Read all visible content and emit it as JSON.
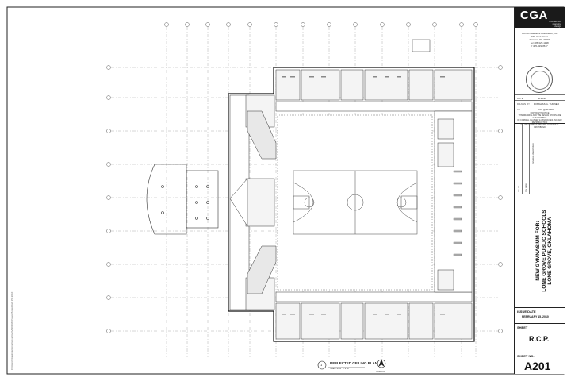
{
  "title_block": {
    "logo": "CGA",
    "logo_subtitle": [
      "architecture",
      "planning",
      "design"
    ],
    "firm_lines": [
      "Cornell Glasser & Associates, Inc.",
      "979 Hard Street",
      "Norman, OK 73069",
      "tel 405-329-1138",
      "f 405-329-3547"
    ],
    "date_label": "DATE",
    "date_value": "2/15/10",
    "drawn_label": "DRAWN BY",
    "drawn_value": "DOUGLAS G. TURNER",
    "ck_label": "CK",
    "ck_value": "CK. @004009",
    "copyright_lines": [
      "COPYRIGHT NOTICE",
      "THIS DRAWING AND THE DESIGN SHOWN ARE THE PROPERTY",
      "OF CORNELL GLASSER & ASSOCIATES, INC. ANY REPRODUCTION",
      "OR USE WITHOUT WRITTEN CONSENT IS PROHIBITED"
    ],
    "revision_columns": [
      "rev no",
      "rev date",
      "revision description"
    ],
    "project_lines": [
      "NEW GYMNASIUM FOR:",
      "LONE GROVE PUBLIC SCHOOLS",
      "LONE GROVE, OKLAHOMA"
    ],
    "issue_date_label": "ISSUE DATE",
    "issue_date_value": "FEBRUARY 15, 2010",
    "sheet_label": "SHEET",
    "sheet_title": "R.C.P.",
    "sheet_no_label": "SHEET NO.",
    "sheet_number": "A201"
  },
  "plan": {
    "caption": "REFLECTED CEILING PLAN",
    "caption_scale": "Scale 1/16\" = 1'-0\"",
    "detail_number": "1",
    "north_label": "NORTH"
  },
  "side_note": "C:\\Users\\Drawings\\Lone Grove Gym\\A201 RCP.dwg  Plotted Feb 15, 2010"
}
